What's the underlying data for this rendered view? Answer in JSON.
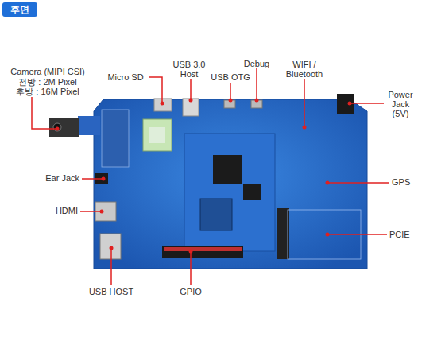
{
  "diagram": {
    "title": "후면",
    "labels": [
      "Camera (MIPI CSI)",
      "전방 : 2M Pixel",
      "후방 : 16M Pixel",
      "Micro SD",
      "USB 3.0 Host",
      "USB OTG",
      "Debug",
      "WIFI / Bluetooth",
      "Power Jack (5V)",
      "Ear Jack",
      "HDMI",
      "USB HOST",
      "GPIO",
      "GPS",
      "PCIE"
    ]
  }
}
